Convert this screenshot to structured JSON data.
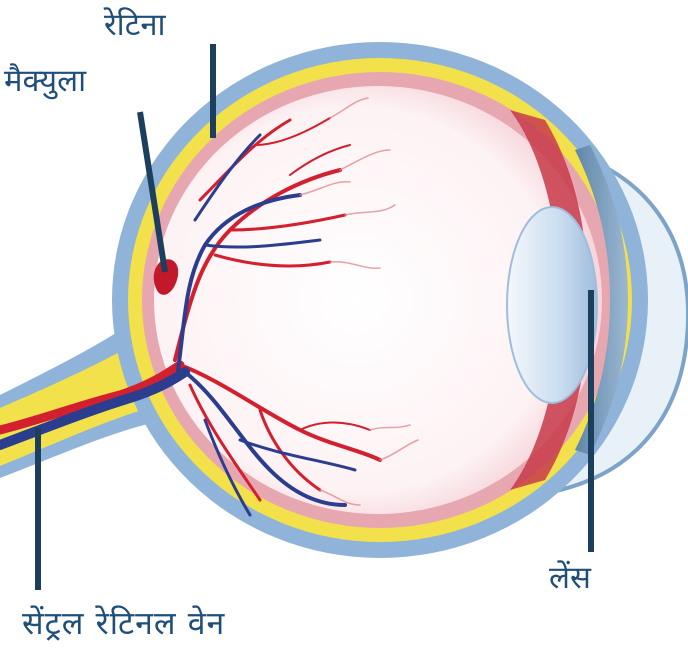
{
  "labels": {
    "retina": "रेटिना",
    "macula": "मैक्युला",
    "lens": "लेंस",
    "central_retinal_vein": "सेंट्रल रेटिनल वेन"
  },
  "colors": {
    "label_text": "#1f4e79",
    "pointer_line": "#1d3f5e",
    "sclera": "#8fb3d9",
    "choroid_layer": "#f2e14a",
    "retina_layer": "#e7a7b0",
    "vitreous": "#fbeef0",
    "artery": "#d3202f",
    "vein": "#2b3d8f",
    "lens": "#cfe0f1",
    "cornea": "#e9f1f8"
  }
}
